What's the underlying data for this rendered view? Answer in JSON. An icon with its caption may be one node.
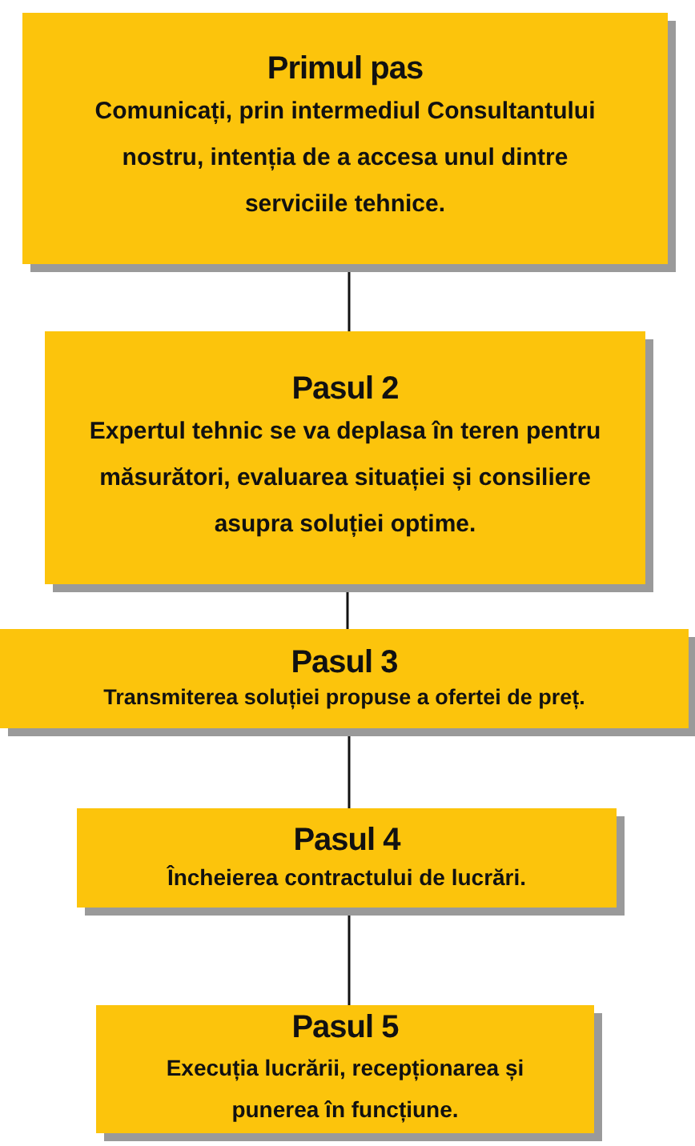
{
  "diagram": {
    "nodes": [
      {
        "text": [
          "Primul pas",
          "Comunicați, prin intermediul Consultantului nostru, intenția de a accesa unul dintre serviciile tehnice."
        ]
      },
      {
        "text": [
          "Pasul 2",
          "Expertul tehnic se va deplasa în teren pentru măsurători, evaluarea situației și consiliere asupra soluției optime."
        ]
      },
      {
        "text": [
          "Pasul 3",
          "Transmiterea soluției propuse a ofertei de preț."
        ]
      },
      {
        "text": [
          "Pasul 4",
          "Încheierea contractului de lucrări."
        ]
      },
      {
        "text": [
          "Pasul 5",
          "Execuția lucrării, recepționarea și punerea în funcțiune."
        ]
      }
    ],
    "edges": [
      {
        "from": 0,
        "to": 1,
        "arrow": "none"
      },
      {
        "from": 1,
        "to": 2,
        "arrow": "none"
      },
      {
        "from": 2,
        "to": 3,
        "arrow": "none"
      },
      {
        "from": 3,
        "to": 4,
        "arrow": "none"
      }
    ]
  }
}
